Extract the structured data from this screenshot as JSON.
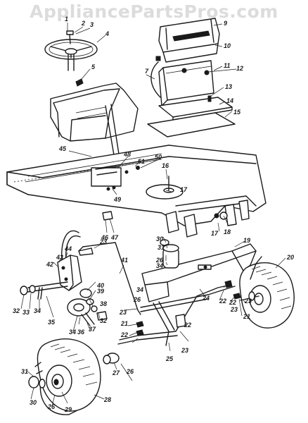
{
  "watermark": "AppliancePartsPros.com",
  "part_numbers": [
    {
      "id": "p1",
      "text": "1"
    },
    {
      "id": "p2",
      "text": "2"
    },
    {
      "id": "p3",
      "text": "3"
    },
    {
      "id": "p4",
      "text": "4"
    },
    {
      "id": "p5",
      "text": "5"
    },
    {
      "id": "p7",
      "text": "7"
    },
    {
      "id": "p9",
      "text": "9"
    },
    {
      "id": "p10",
      "text": "10"
    },
    {
      "id": "p11",
      "text": "11"
    },
    {
      "id": "p12",
      "text": "12"
    },
    {
      "id": "p13",
      "text": "13"
    },
    {
      "id": "p14",
      "text": "14"
    },
    {
      "id": "p15",
      "text": "15"
    },
    {
      "id": "p16",
      "text": "16"
    },
    {
      "id": "p17a",
      "text": "17"
    },
    {
      "id": "p17b",
      "text": "17"
    },
    {
      "id": "p18",
      "text": "18"
    },
    {
      "id": "p19",
      "text": "19"
    },
    {
      "id": "p20",
      "text": "20"
    },
    {
      "id": "p21a",
      "text": "21"
    },
    {
      "id": "p21b",
      "text": "21"
    },
    {
      "id": "p22a",
      "text": "22"
    },
    {
      "id": "p22b",
      "text": "22"
    },
    {
      "id": "p22c",
      "text": "22"
    },
    {
      "id": "p22d",
      "text": "22"
    },
    {
      "id": "p23a",
      "text": "23"
    },
    {
      "id": "p23b",
      "text": "23"
    },
    {
      "id": "p23c",
      "text": "23"
    },
    {
      "id": "p23d",
      "text": "23"
    },
    {
      "id": "p23e",
      "text": "23"
    },
    {
      "id": "p24",
      "text": "24"
    },
    {
      "id": "p25",
      "text": "25"
    },
    {
      "id": "p26a",
      "text": "26"
    },
    {
      "id": "p26b",
      "text": "26"
    },
    {
      "id": "p26c",
      "text": "26"
    },
    {
      "id": "p26d",
      "text": "26"
    },
    {
      "id": "p27",
      "text": "27"
    },
    {
      "id": "p28",
      "text": "28"
    },
    {
      "id": "p29",
      "text": "29"
    },
    {
      "id": "p30a",
      "text": "30"
    },
    {
      "id": "p30b",
      "text": "30"
    },
    {
      "id": "p31a",
      "text": "31"
    },
    {
      "id": "p31b",
      "text": "31"
    },
    {
      "id": "p32a",
      "text": "32"
    },
    {
      "id": "p32b",
      "text": "32"
    },
    {
      "id": "p33",
      "text": "33"
    },
    {
      "id": "p34a",
      "text": "34"
    },
    {
      "id": "p34b",
      "text": "34"
    },
    {
      "id": "p34c",
      "text": "34"
    },
    {
      "id": "p34d",
      "text": "34"
    },
    {
      "id": "p35",
      "text": "35"
    },
    {
      "id": "p36",
      "text": "36"
    },
    {
      "id": "p37",
      "text": "37"
    },
    {
      "id": "p38",
      "text": "38"
    },
    {
      "id": "p39",
      "text": "39"
    },
    {
      "id": "p40",
      "text": "40"
    },
    {
      "id": "p41",
      "text": "41"
    },
    {
      "id": "p42",
      "text": "42"
    },
    {
      "id": "p43",
      "text": "43"
    },
    {
      "id": "p44",
      "text": "44"
    },
    {
      "id": "p45",
      "text": "45"
    },
    {
      "id": "p46",
      "text": "46"
    },
    {
      "id": "p47",
      "text": "47"
    },
    {
      "id": "p48",
      "text": "48"
    },
    {
      "id": "p49",
      "text": "49"
    },
    {
      "id": "p50",
      "text": "50"
    },
    {
      "id": "p51",
      "text": "51"
    }
  ]
}
